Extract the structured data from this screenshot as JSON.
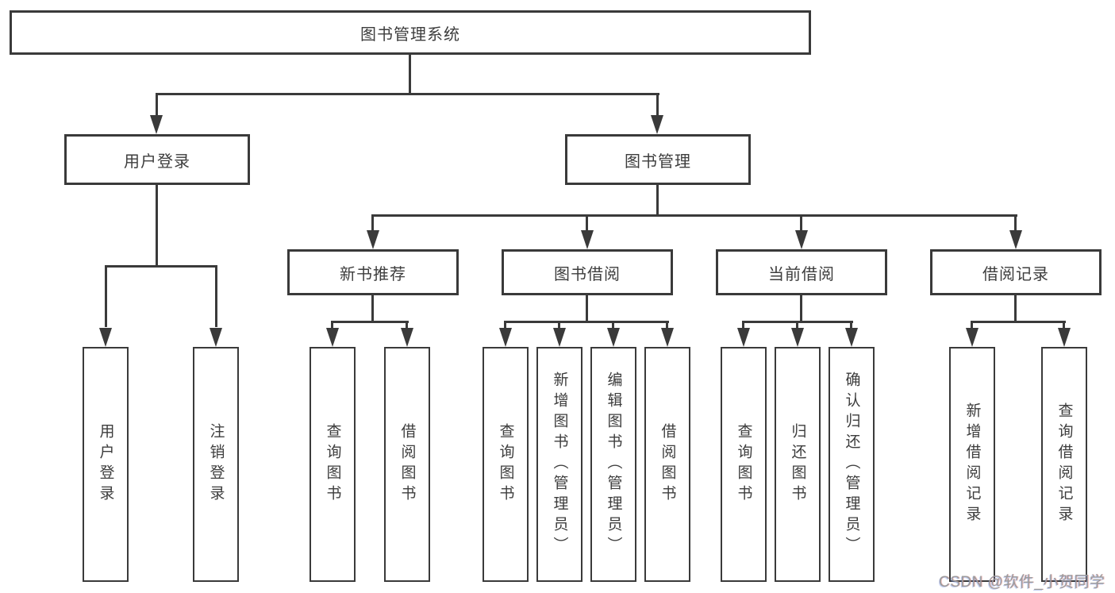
{
  "diagram": {
    "root": {
      "label": "图书管理系统"
    },
    "level2": {
      "user_login": {
        "label": "用户登录"
      },
      "book_management": {
        "label": "图书管理"
      }
    },
    "level3": {
      "new_book_recommend": {
        "label": "新书推荐"
      },
      "book_borrowing": {
        "label": "图书借阅"
      },
      "current_borrowing": {
        "label": "当前借阅"
      },
      "borrowing_records": {
        "label": "借阅记录"
      }
    },
    "leaves": {
      "user_login": [
        "用户登录",
        "注销登录"
      ],
      "new_book_recommend": [
        "查询图书",
        "借阅图书"
      ],
      "book_borrowing": [
        "查询图书",
        "新增图书（管理员）",
        "编辑图书（管理员）",
        "借阅图书"
      ],
      "current_borrowing": [
        "查询图书",
        "归还图书",
        "确认归还（管理员）"
      ],
      "borrowing_records": [
        "新增借阅记录",
        "查询借阅记录"
      ]
    }
  },
  "watermark": {
    "text": "CSDN @软件_小贺同学"
  },
  "colors": {
    "line": "#3a3a3a",
    "text": "#3d3d3d",
    "background": "#ffffff",
    "box_fill": "#ffffff",
    "watermark": "#9b9b9b"
  }
}
